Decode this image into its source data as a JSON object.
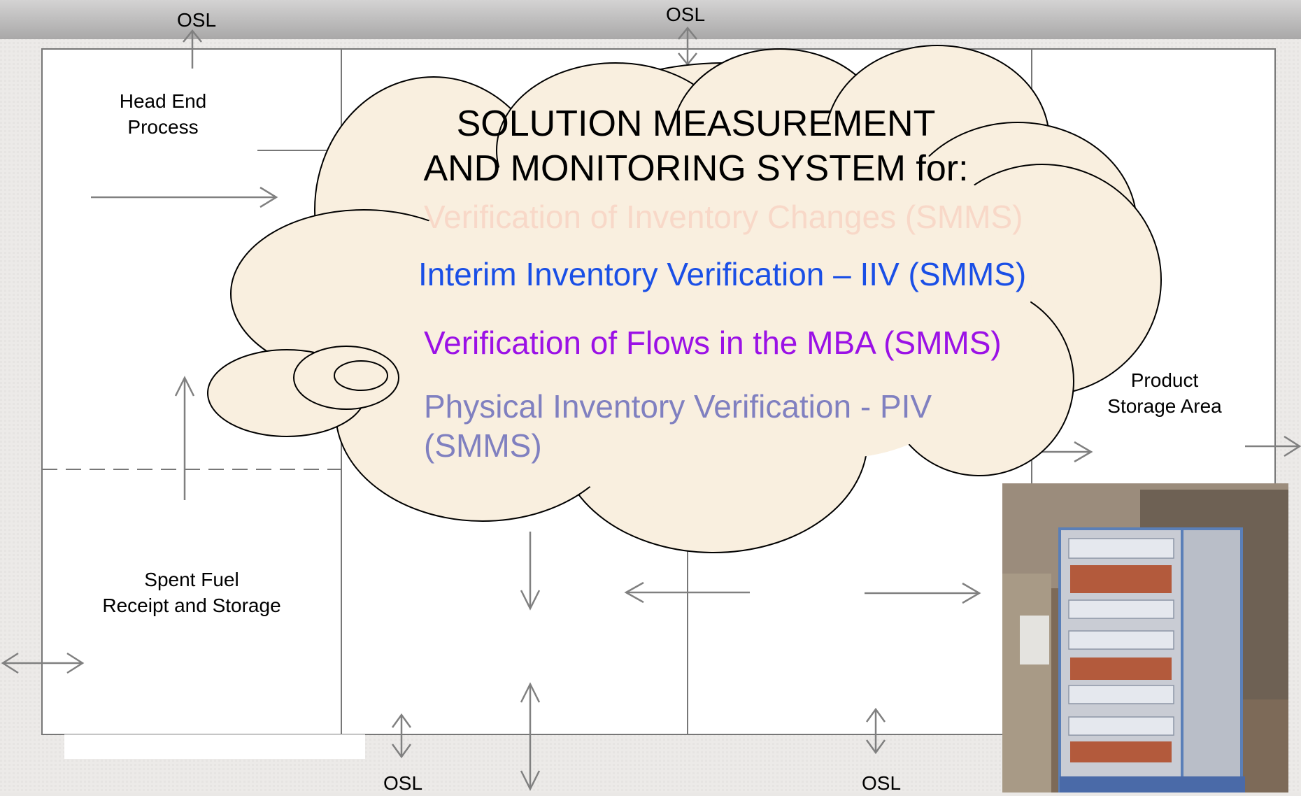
{
  "labels": {
    "osl_top_left": "OSL",
    "osl_top_center": "OSL",
    "osl_bottom_left": "OSL",
    "osl_bottom_right": "OSL",
    "head_end": "Head End\nProcess",
    "spent_fuel": "Spent Fuel\nReceipt and Storage",
    "product_storage": "Product\nStorage Area"
  },
  "cloud": {
    "title": "SOLUTION MEASUREMENT\nAND MONITORING SYSTEM for:",
    "items": [
      {
        "text": "Verification of Inventory Changes (SMMS)",
        "color": "#f8d8c8"
      },
      {
        "text": "Interim Inventory Verification – IIV (SMMS)",
        "color": "#1a4fe6"
      },
      {
        "text": "Verification of Flows in the MBA (SMMS)",
        "color": "#9b11e6"
      },
      {
        "text": "Physical Inventory Verification - PIV\n(SMMS)",
        "color": "#8080c0"
      }
    ]
  },
  "colors": {
    "cloud_fill": "#f9efdf",
    "box_stroke": "#777777",
    "arrow_stroke": "#808080",
    "header_band": "#c4c3c3"
  },
  "photo": {
    "subject": "equipment-rack-photo"
  }
}
